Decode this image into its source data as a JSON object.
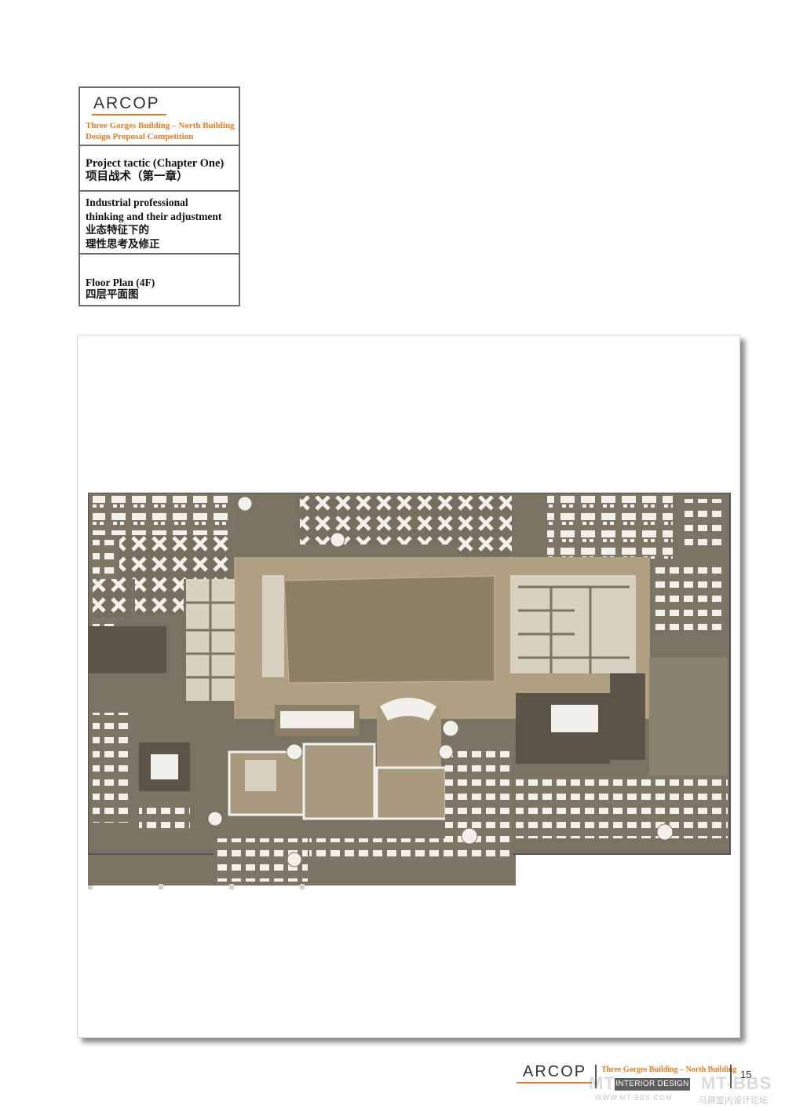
{
  "header_card": {
    "logo": "ARCOP",
    "project_line1": "Three Gorges Building – North Building",
    "project_line2": "Design Proposal Competition",
    "chapter_en": "Project tactic (Chapter One)",
    "chapter_cn": "项目战术（第一章）",
    "topic_en_1": "Industrial professional",
    "topic_en_2": "thinking and their adjustment",
    "topic_cn_1": "业态特征下的",
    "topic_cn_2": "理性思考及修正",
    "plan_en": "Floor Plan (4F)",
    "plan_cn": "四层平面图"
  },
  "footer": {
    "logo": "ARCOP",
    "project": "Three Gorges Building – North Building",
    "badge": "INTERIOR DESIGN",
    "page_number": "15"
  },
  "watermark": {
    "left_big": "MT-",
    "right_big": "MT-BBS",
    "url": "WWW.MT-BBS.COM",
    "cn": "马蹄室内设计论坛"
  }
}
